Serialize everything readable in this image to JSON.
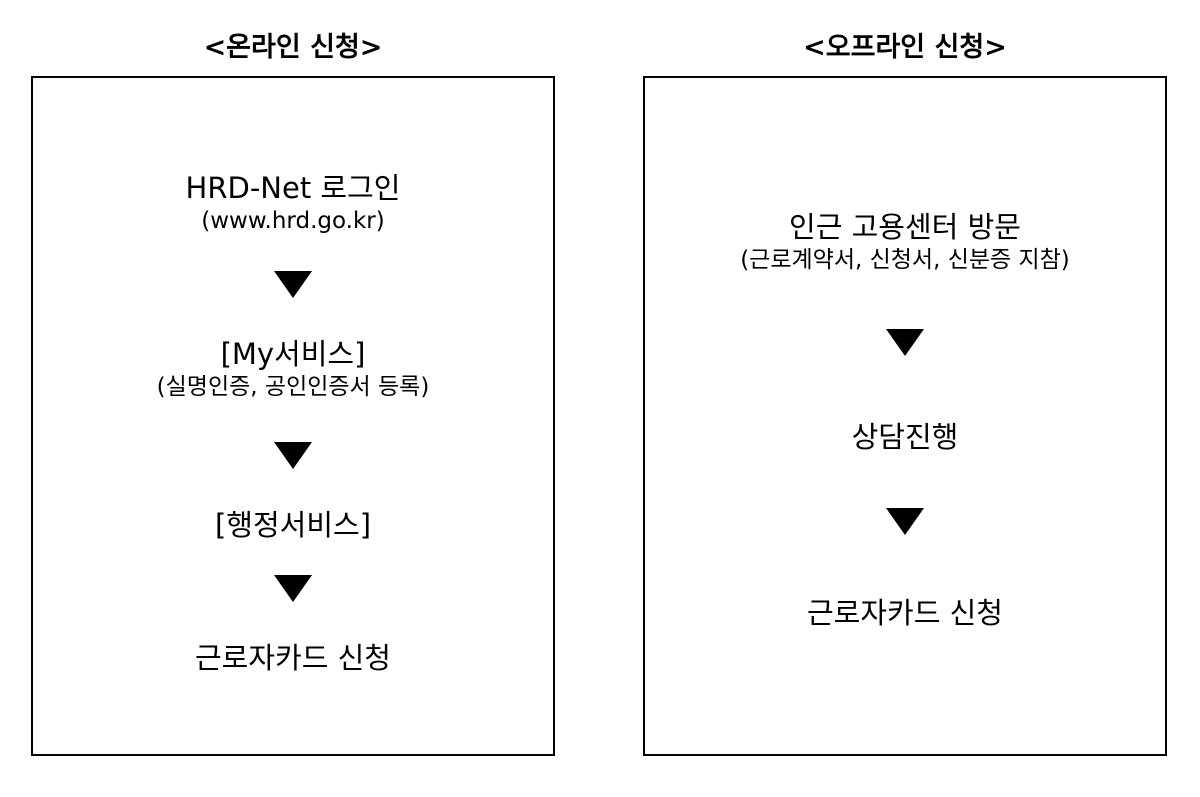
{
  "online": {
    "title": "<온라인 신청>",
    "steps": [
      {
        "main": "HRD-Net 로그인",
        "sub": "(www.hrd.go.kr)"
      },
      {
        "main": "[My서비스]",
        "sub": "(실명인증, 공인인증서 등록)"
      },
      {
        "main": "[행정서비스]"
      },
      {
        "main": "근로자카드 신청"
      }
    ]
  },
  "offline": {
    "title": "<오프라인 신청>",
    "steps": [
      {
        "main": "인근 고용센터 방문",
        "sub": "(근로계약서, 신청서, 신분증 지참)"
      },
      {
        "main": "상담진행"
      },
      {
        "main": "근로자카드 신청"
      }
    ]
  }
}
